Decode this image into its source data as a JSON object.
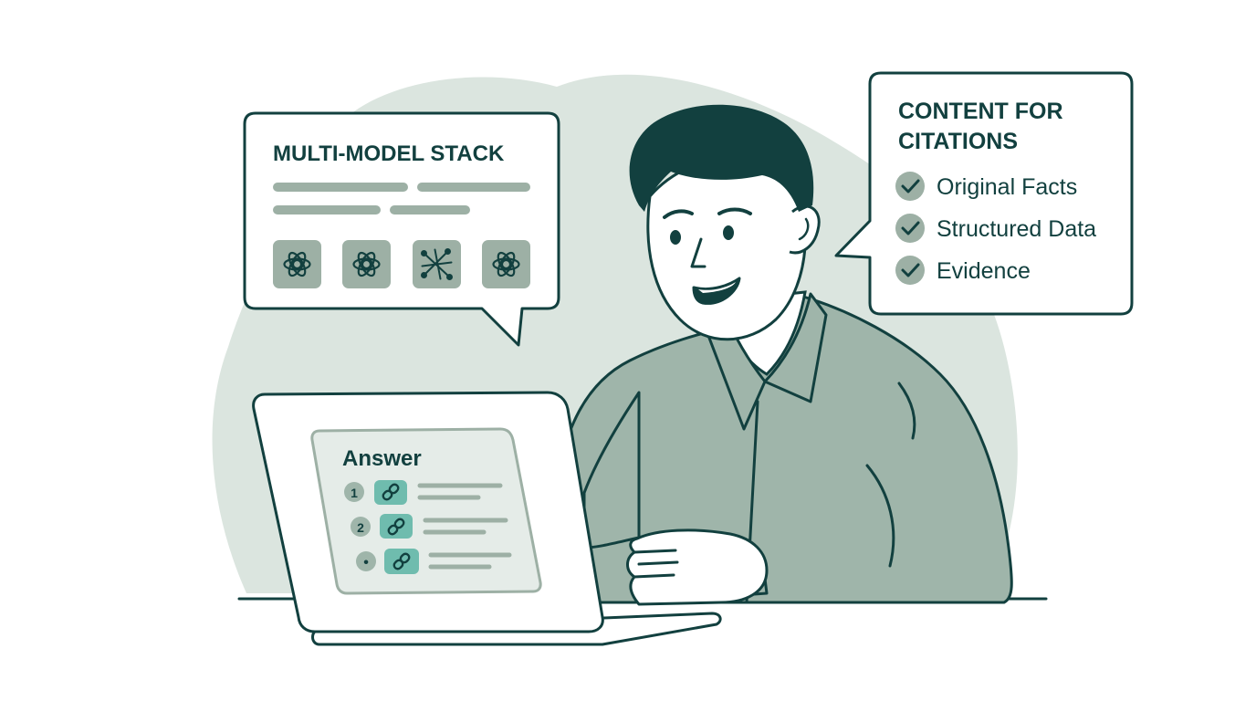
{
  "stack_bubble": {
    "title": "MULTI-MODEL STACK",
    "model_icons": [
      "openai-logo-icon",
      "openai-logo-icon",
      "network-graph-icon",
      "openai-logo-icon"
    ]
  },
  "citations_bubble": {
    "title_line1": "CONTENT FOR",
    "title_line2": "CITATIONS",
    "items": [
      {
        "label": "Original Facts",
        "icon": "check-icon"
      },
      {
        "label": "Structured Data",
        "icon": "check-icon"
      },
      {
        "label": "Evidence",
        "icon": "check-icon"
      }
    ]
  },
  "laptop_screen": {
    "heading": "Answer",
    "results": [
      {
        "marker": "1",
        "icon": "link-icon"
      },
      {
        "marker": "2",
        "icon": "link-icon"
      },
      {
        "marker": "•",
        "icon": "link-icon"
      }
    ]
  },
  "colors": {
    "ink": "#12403f",
    "sage": "#9fb5aa",
    "blob": "#dbe5df",
    "chip": "#9db0a5",
    "teal": "#6fbcae",
    "hair": "#12403f",
    "skin": "#ffffff"
  }
}
